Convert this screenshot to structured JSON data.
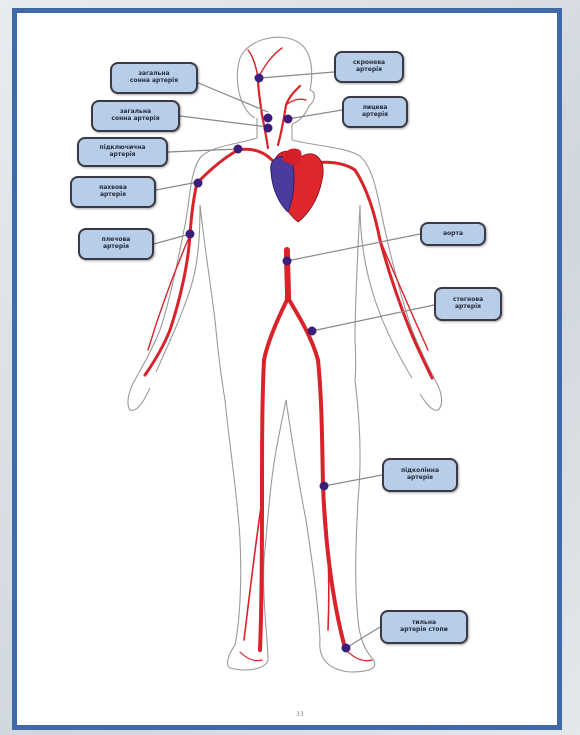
{
  "labels": {
    "l1": [
      "загальна",
      "сонна артерія"
    ],
    "l2": [
      "загальна",
      "сонна артерія"
    ],
    "l3": [
      "підключична",
      "артерія"
    ],
    "l4": [
      "пахвова",
      "артерія"
    ],
    "l5": [
      "плечова",
      "артерія"
    ],
    "r1": [
      "скронева",
      "артерія"
    ],
    "r2": [
      "лицева",
      "артерія"
    ],
    "r3": [
      "аорта"
    ],
    "r4": [
      "стегнова",
      "артерія"
    ],
    "r5": [
      "підколінна",
      "артерія"
    ],
    "r6": [
      "тильна",
      "артерія стопи"
    ]
  },
  "page_number": "33",
  "colors": {
    "frame_border": "#3f6aa7",
    "label_fill": "#b8cde8",
    "artery": "#d8232a",
    "heart_red": "#e0262d",
    "heart_blue": "#4a3b9c",
    "marker": "#3d1d7a"
  }
}
